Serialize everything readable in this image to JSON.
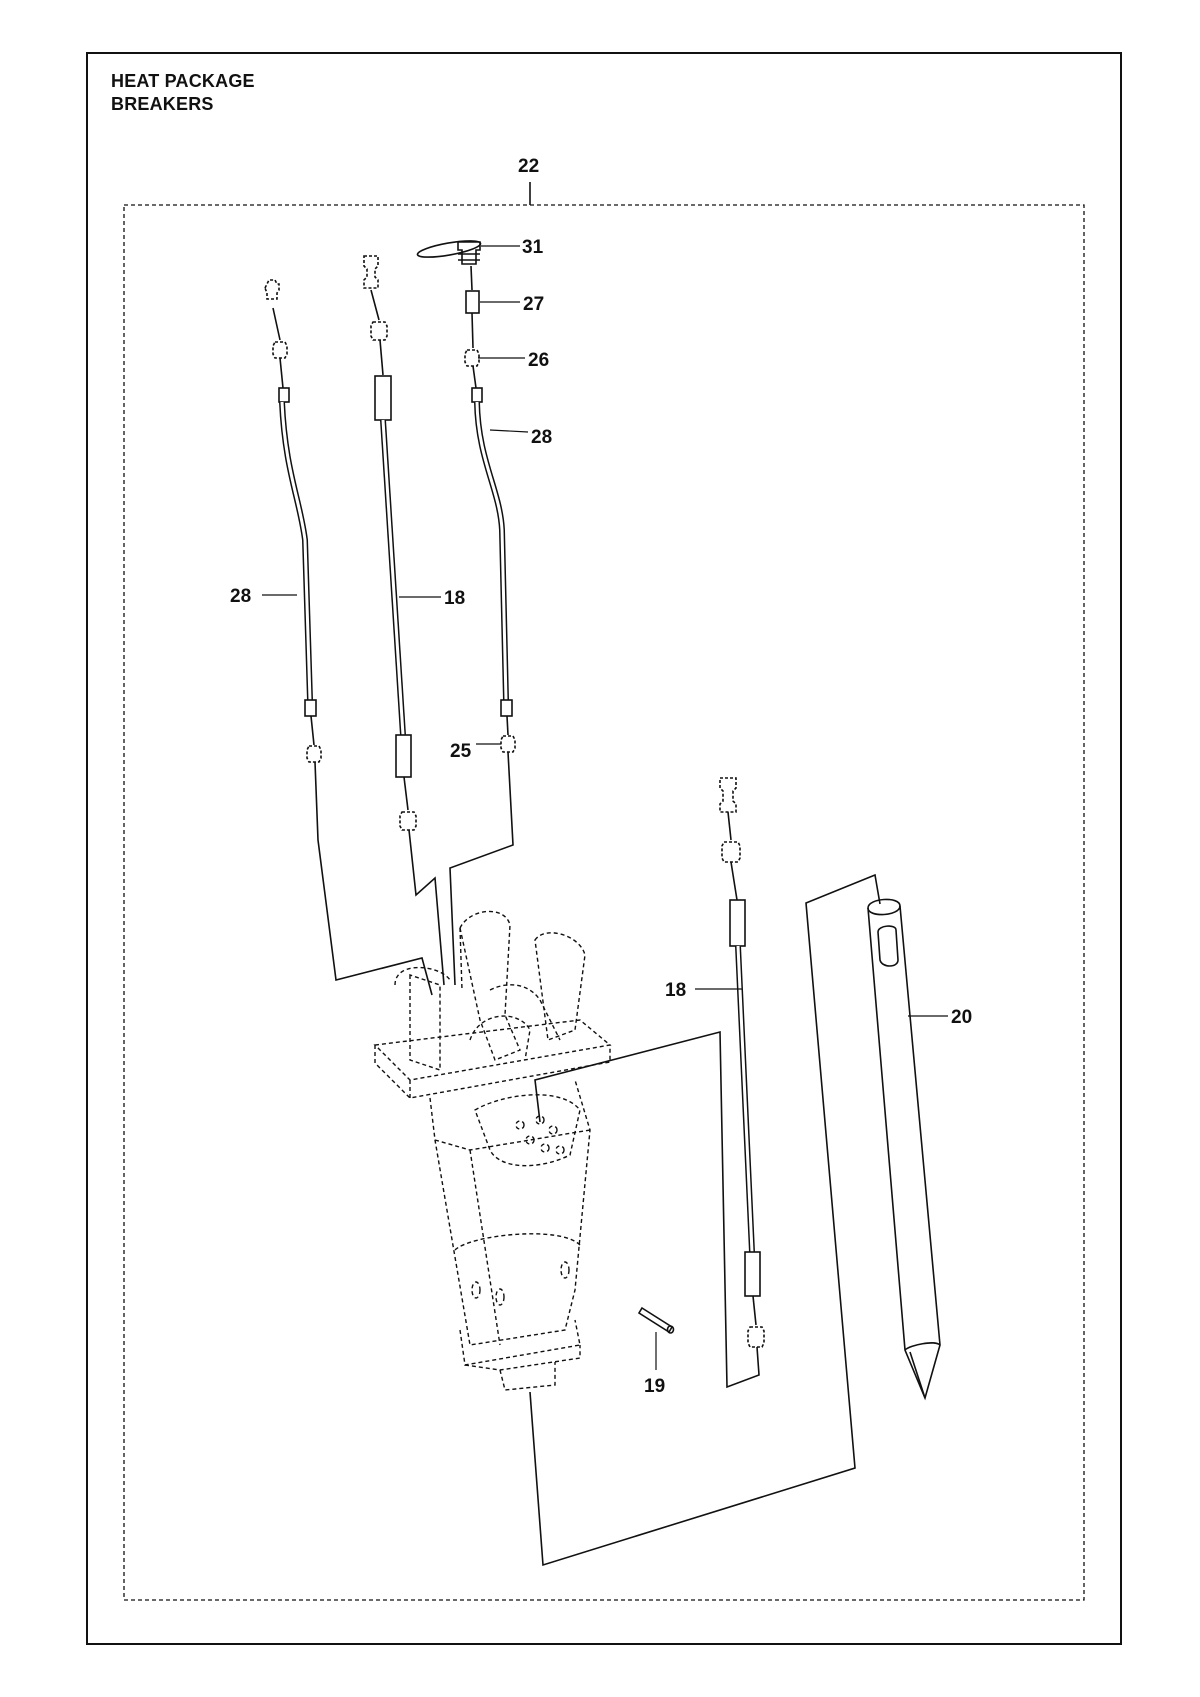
{
  "title": {
    "line1": "HEAT PACKAGE",
    "line2": "BREAKERS"
  },
  "callouts": [
    {
      "id": "c22",
      "label": "22"
    },
    {
      "id": "c31",
      "label": "31"
    },
    {
      "id": "c27",
      "label": "27"
    },
    {
      "id": "c26",
      "label": "26"
    },
    {
      "id": "c28a",
      "label": "28"
    },
    {
      "id": "c28b",
      "label": "28"
    },
    {
      "id": "c18a",
      "label": "18"
    },
    {
      "id": "c25",
      "label": "25"
    },
    {
      "id": "c18b",
      "label": "18"
    },
    {
      "id": "c20",
      "label": "20"
    },
    {
      "id": "c19",
      "label": "19"
    }
  ]
}
